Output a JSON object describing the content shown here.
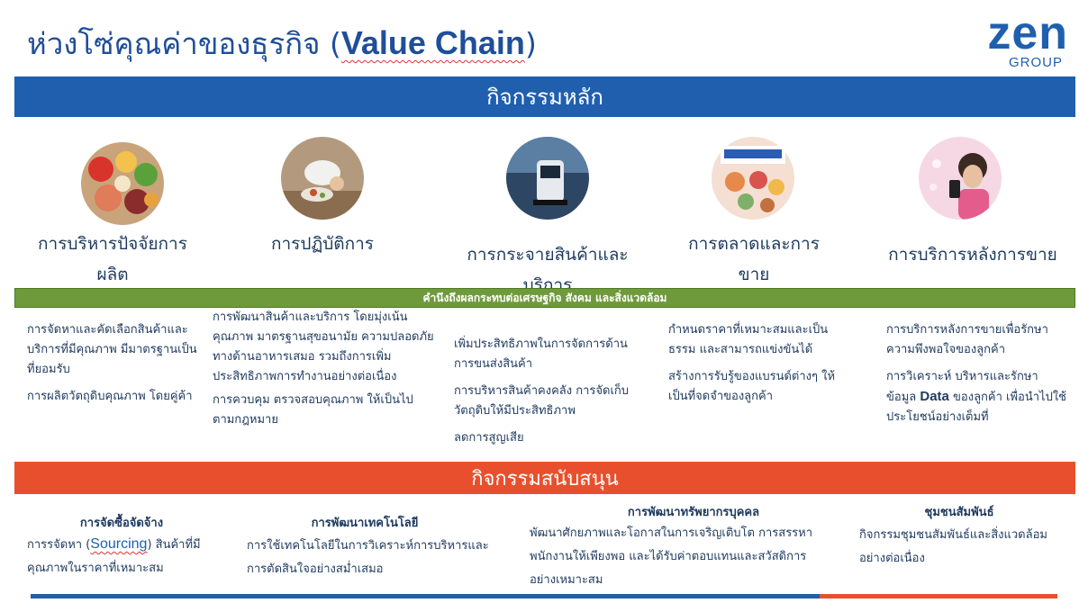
{
  "title": {
    "thai": "ห่วงโซ่คุณค่าของธุรกิจ (",
    "en": "Value Chain",
    "close": ")"
  },
  "logo": {
    "main": "zen",
    "sub": "GROUP"
  },
  "primary": {
    "band_label": "กิจกรรมหลัก",
    "categories": [
      {
        "icon": "food-ingredients-photo",
        "title": "การบริหารปัจจัยการผลิต"
      },
      {
        "icon": "chef-cooking-photo",
        "title": "การปฏิบัติการ"
      },
      {
        "icon": "delivery-robot-photo",
        "title": "การกระจายสินค้าและบริการ"
      },
      {
        "icon": "promotion-poster-photo",
        "title": "การตลาดและการขาย"
      },
      {
        "icon": "customer-phone-photo",
        "title": "การบริการหลังการขาย"
      }
    ],
    "impact_label": "คำนึงถึงผลกระทบต่อเศรษฐกิจ สังคม และสิ่งแวดล้อม",
    "descriptions": [
      {
        "p1": "การจัดหาและคัดเลือกสินค้าและบริการที่มีคุณภาพ มีมาตรฐานเป็นที่ยอมรับ",
        "p2": "การผลิตวัตถุดิบคุณภาพ โดยคู่ค้า"
      },
      {
        "p1": "การพัฒนาสินค้าและบริการ โดยมุ่งเน้นคุณภาพ มาตรฐานสุขอนามัย ความปลอดภัยทางด้านอาหารเสมอ รวมถึงการเพิ่มประสิทธิภาพการทำงานอย่างต่อเนื่อง",
        "p2": "การควบคุม ตรวจสอบคุณภาพ ให้เป็นไปตามกฎหมาย"
      },
      {
        "p1": "เพิ่มประสิทธิภาพในการจัดการด้านการขนส่งสินค้า",
        "p2": "การบริหารสินค้าคงคลัง การจัดเก็บวัตถุดิบให้มีประสิทธิภาพ",
        "p3": "ลดการสูญเสีย"
      },
      {
        "p1": "กำหนดราคาที่เหมาะสมและเป็นธรรม และสามารถแข่งขันได้",
        "p2": "สร้างการรับรู้ของแบรนด์ต่างๆ ให้เป็นที่จดจำของลูกค้า"
      },
      {
        "p1": "การบริการหลังการขายเพื่อรักษาความพึงพอใจของลูกค้า",
        "p2a": "การวิเคราะห์ บริหารและรักษาข้อมูล ",
        "p2b": "Data",
        "p2c": " ของลูกค้า เพื่อนำไปใช้ประโยชน์อย่างเต็มที่"
      }
    ]
  },
  "support": {
    "band_label": "กิจกรรมสนับสนุน",
    "items": [
      {
        "title": "การจัดซื้อจัดจ้าง",
        "text_a": "การรจัดหา (",
        "text_b": "Sourcing",
        "text_c": ") สินค้าที่มีคุณภาพในราคาที่เหมาะสม"
      },
      {
        "title": "การพัฒนาเทคโนโลยี",
        "text": "การใช้เทคโนโลยีในการวิเคราะห์การบริหารและการตัดสินใจอย่างสม่ำเสมอ"
      },
      {
        "title": "การพัฒนาทรัพยากรบุคคล",
        "text": "พัฒนาศักยภาพและโอกาสในการเจริญเติบโต การสรรหาพนักงานให้เพียงพอ และได้รับค่าตอบแทนและสวัสดิการอย่างเหมาะสม"
      },
      {
        "title": "ชุมชนสัมพันธ์",
        "text": "กิจกรรมชุมชนสัมพันธ์และสิ่งแวดล้อมอย่างต่อเนื่อง"
      }
    ]
  },
  "colors": {
    "blue": "#1f5fae",
    "green": "#6f9a3c",
    "orange": "#e8502d",
    "text": "#1e3a5f"
  }
}
